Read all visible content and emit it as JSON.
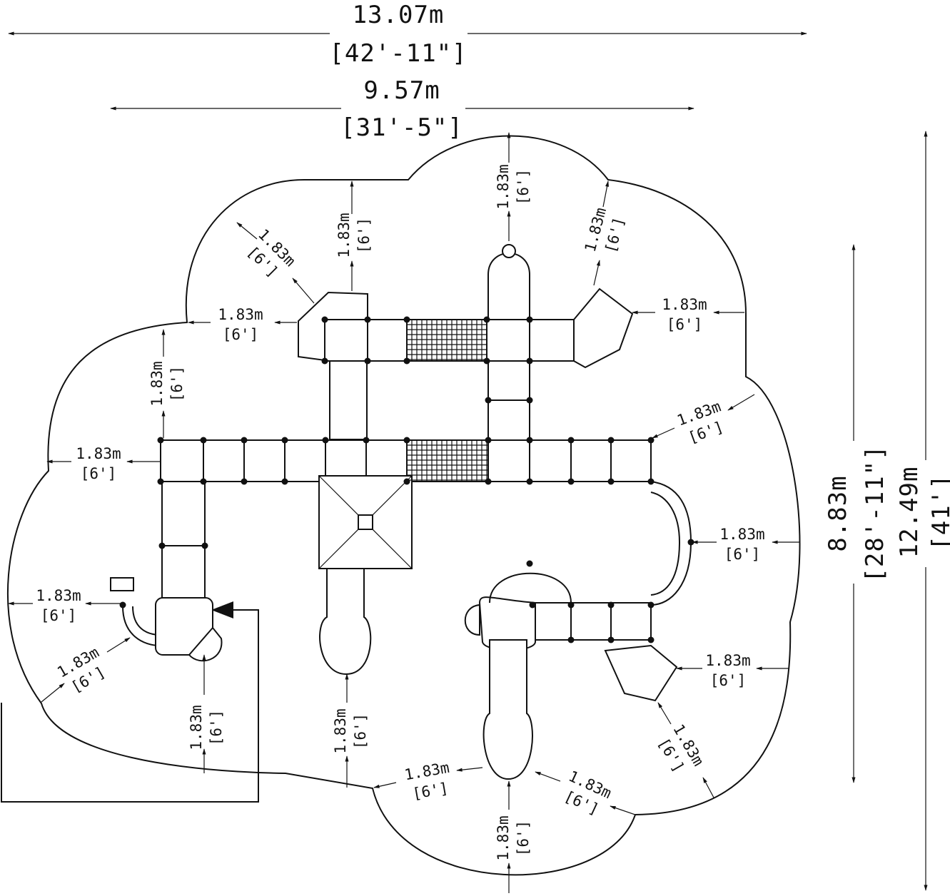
{
  "overall": {
    "width_m": "13.07m",
    "width_ft": "[42'-11\"]",
    "inner_width_m": "9.57m",
    "inner_width_ft": "[31'-5\"]",
    "height_m": "12.49m",
    "height_ft": "[41']",
    "inner_height_m": "8.83m",
    "inner_height_ft": "[28'-11\"]"
  },
  "clearance": {
    "m": "1.83m",
    "ft": "[6']"
  }
}
